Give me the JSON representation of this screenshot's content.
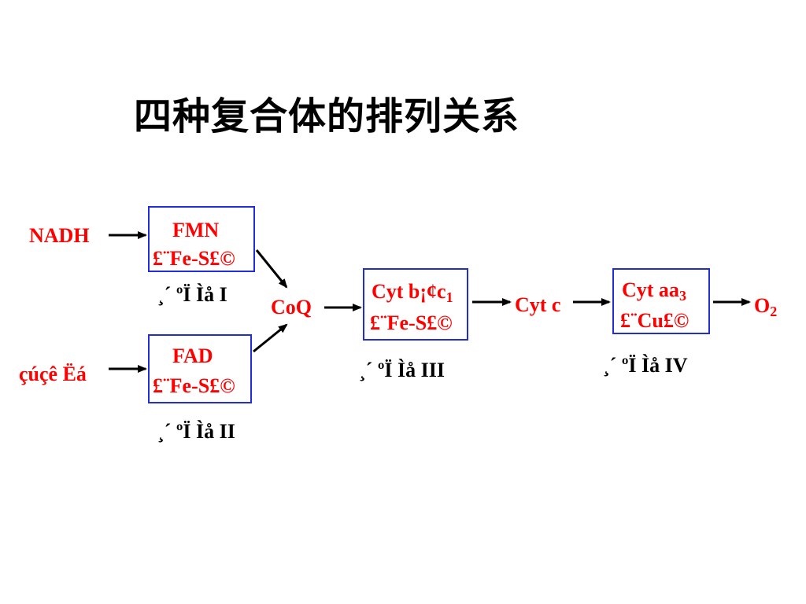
{
  "title": "四种复合体的排列关系",
  "inputs": {
    "nadh": "NADH",
    "succinate": "çúçê Ëá"
  },
  "complex_i": {
    "line1": "FMN",
    "line2": "£¨Fe-S£©",
    "label": "¸´ ºÏ Ìå  I"
  },
  "complex_ii": {
    "line1": "FAD",
    "line2": "£¨Fe-S£©",
    "label": "¸´ ºÏ Ìå  II"
  },
  "coq": "CoQ",
  "complex_iii": {
    "line1_main": "Cyt b¡¢c",
    "line1_sub": "1",
    "line2": "£¨Fe-S£©",
    "label": "¸´ ºÏ Ìå  III"
  },
  "cyt_c": "Cyt c",
  "complex_iv": {
    "line1_main": "Cyt aa",
    "line1_sub": "3",
    "line2": "£¨Cu£©",
    "label": "¸´ ºÏ Ìå  IV"
  },
  "o2": {
    "main": "O",
    "sub": "2"
  },
  "colors": {
    "text_red": "#ff0000",
    "box_border": "#1f2ed8",
    "arrow": "#000000"
  }
}
